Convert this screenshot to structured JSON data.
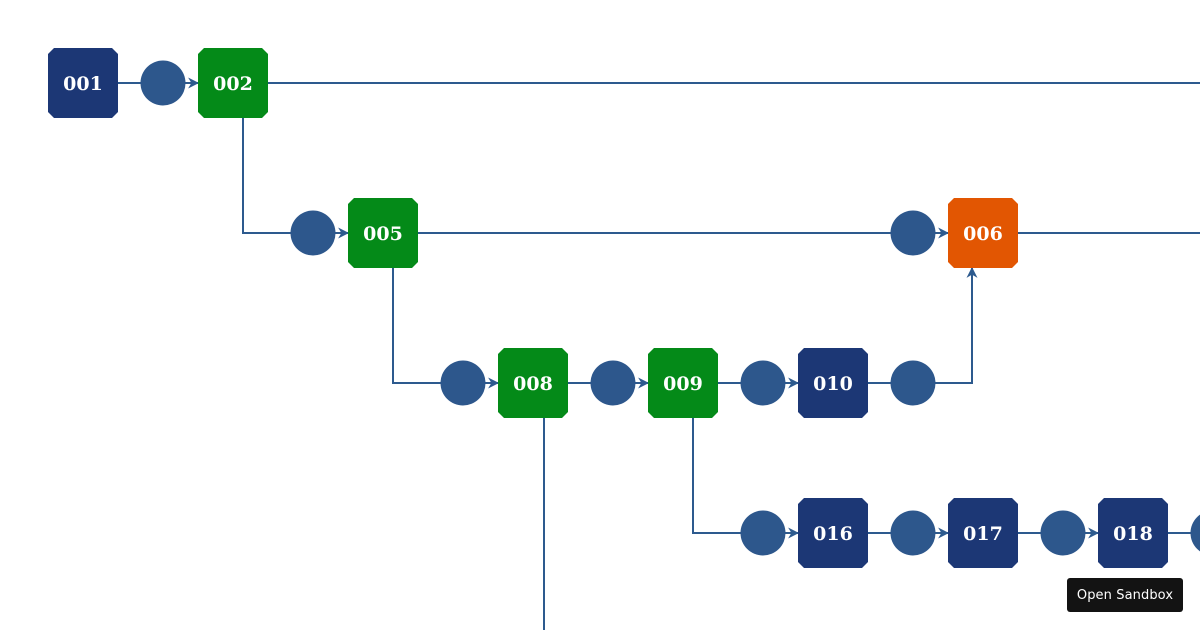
{
  "colors": {
    "background": "#ffffff",
    "edge": "#2d5a8e",
    "connector": "#2d578c",
    "node_default": "#1c3775",
    "node_active": "#048a18",
    "node_highlight": "#e25602",
    "label": "#ffffff"
  },
  "nodes": [
    {
      "id": "001",
      "label": "001",
      "status": "default"
    },
    {
      "id": "002",
      "label": "002",
      "status": "active"
    },
    {
      "id": "005",
      "label": "005",
      "status": "active"
    },
    {
      "id": "006",
      "label": "006",
      "status": "highlight"
    },
    {
      "id": "008",
      "label": "008",
      "status": "active"
    },
    {
      "id": "009",
      "label": "009",
      "status": "active"
    },
    {
      "id": "010",
      "label": "010",
      "status": "default"
    },
    {
      "id": "016",
      "label": "016",
      "status": "default"
    },
    {
      "id": "017",
      "label": "017",
      "status": "default"
    },
    {
      "id": "018",
      "label": "018",
      "status": "default"
    }
  ],
  "edges": [
    {
      "from": "001",
      "to": "002"
    },
    {
      "from": "002",
      "to": "005"
    },
    {
      "from": "005",
      "to": "006"
    },
    {
      "from": "005",
      "to": "008"
    },
    {
      "from": "008",
      "to": "009"
    },
    {
      "from": "009",
      "to": "010"
    },
    {
      "from": "010",
      "to": "006"
    },
    {
      "from": "009",
      "to": "016"
    },
    {
      "from": "016",
      "to": "017"
    },
    {
      "from": "017",
      "to": "018"
    }
  ],
  "sandbox_button": {
    "label": "Open Sandbox"
  }
}
